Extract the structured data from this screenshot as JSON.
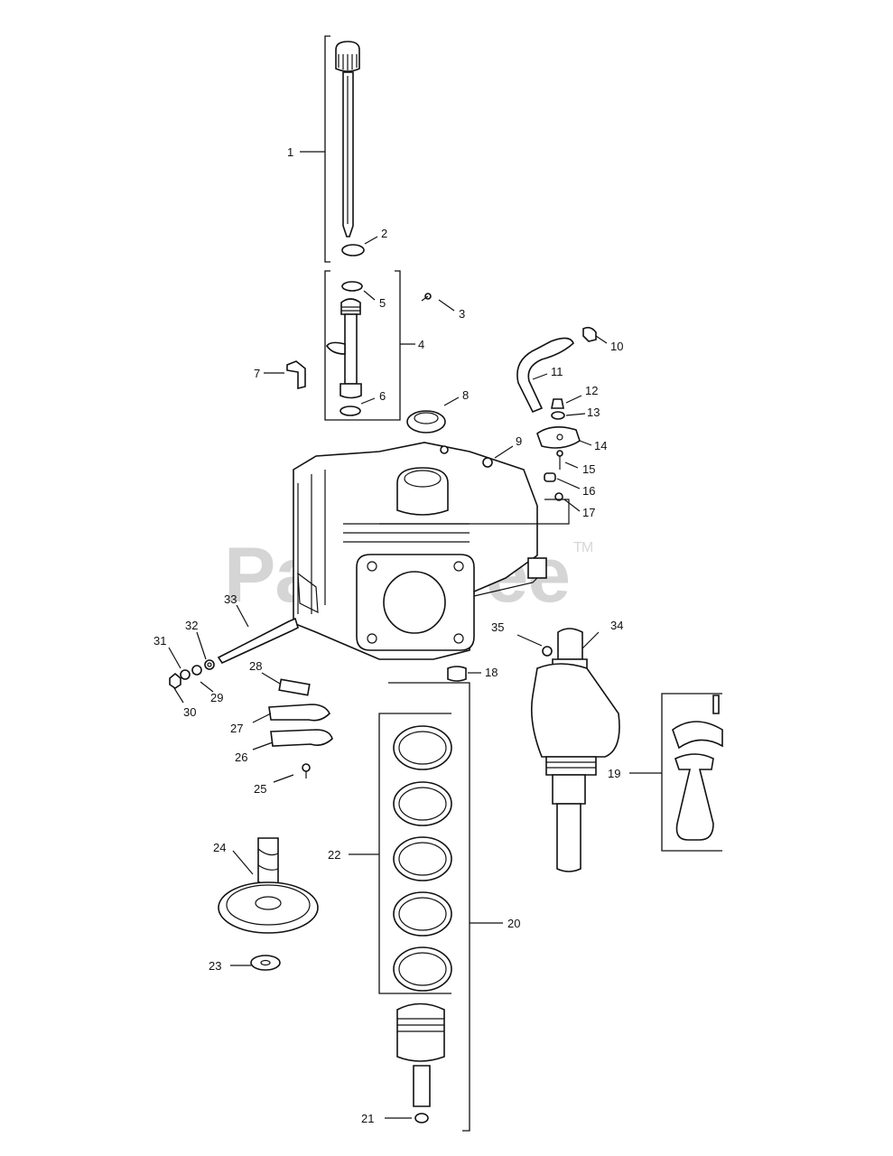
{
  "watermark": {
    "text": "PartsTree",
    "trademark": "TM"
  },
  "callouts": [
    "1",
    "2",
    "3",
    "4",
    "5",
    "6",
    "7",
    "8",
    "9",
    "10",
    "11",
    "12",
    "13",
    "14",
    "15",
    "16",
    "17",
    "18",
    "19",
    "20",
    "21",
    "22",
    "23",
    "24",
    "25",
    "26",
    "27",
    "28",
    "29",
    "30",
    "31",
    "32",
    "33",
    "34",
    "35"
  ]
}
